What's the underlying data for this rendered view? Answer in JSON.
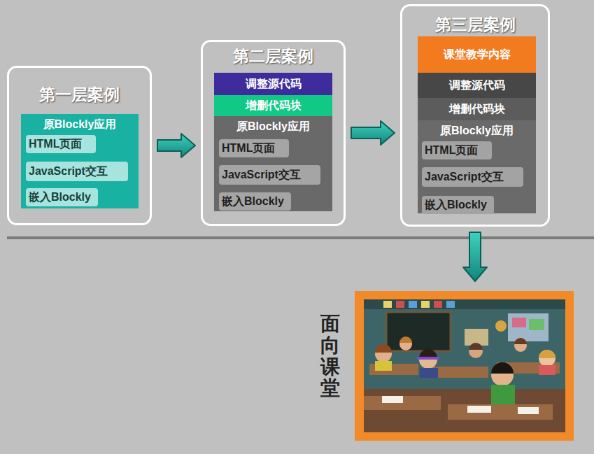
{
  "diagram": {
    "nodes": [
      {
        "text": [
          "第一层案例"
        ]
      },
      {
        "text": [
          "原Blockly应用"
        ],
        "in": 0
      },
      {
        "text": [
          "HTML页面"
        ],
        "in": 1
      },
      {
        "text": [
          "JavaScript交互"
        ],
        "in": 1
      },
      {
        "text": [
          "嵌入Blockly"
        ],
        "in": 1
      },
      {
        "text": [
          "第二层案例"
        ]
      },
      {
        "text": [
          "调整源代码"
        ],
        "in": 5
      },
      {
        "text": [
          "增删代码块"
        ],
        "in": 5
      },
      {
        "text": [
          "原Blockly应用"
        ],
        "in": 5
      },
      {
        "text": [
          "HTML页面"
        ],
        "in": 8
      },
      {
        "text": [
          "JavaScript交互"
        ],
        "in": 8
      },
      {
        "text": [
          "嵌入Blockly"
        ],
        "in": 8
      },
      {
        "text": [
          "第三层案例"
        ]
      },
      {
        "text": [
          "课堂教学内容"
        ],
        "in": 12
      },
      {
        "text": [
          "调整源代码"
        ],
        "in": 12
      },
      {
        "text": [
          "增删代码块"
        ],
        "in": 12
      },
      {
        "text": [
          "原Blockly应用"
        ],
        "in": 12
      },
      {
        "text": [
          "HTML页面"
        ],
        "in": 16
      },
      {
        "text": [
          "JavaScript交互"
        ],
        "in": 16
      },
      {
        "text": [
          "嵌入Blockly"
        ],
        "in": 16
      },
      {
        "text": [
          "面向课堂"
        ]
      }
    ],
    "edges": [
      {
        "from": 0,
        "to": 5,
        "arrow": "to"
      },
      {
        "from": 5,
        "to": 12,
        "arrow": "to"
      },
      {
        "from": 12,
        "to": 20,
        "arrow": "to"
      }
    ]
  }
}
